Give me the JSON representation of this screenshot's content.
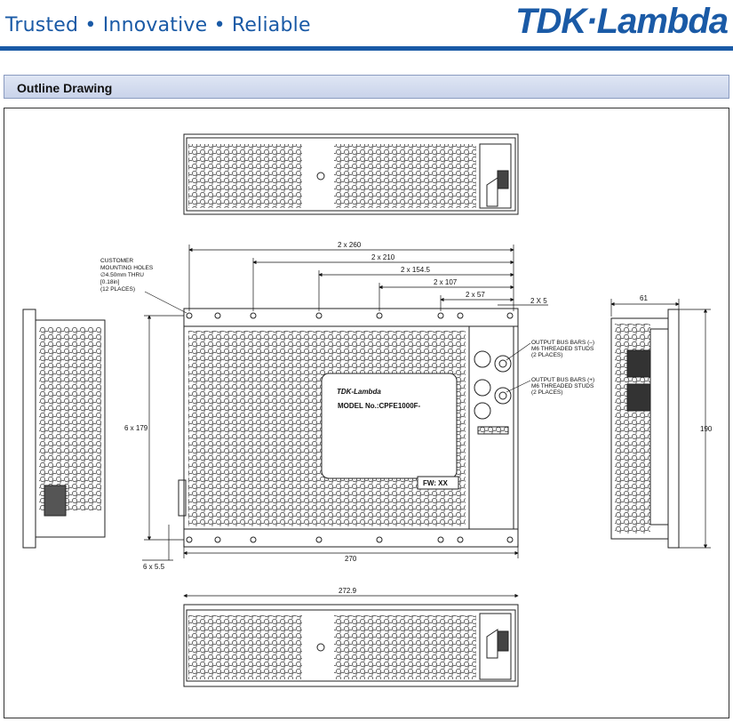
{
  "header": {
    "tagline": "Trusted • Innovative • Reliable",
    "logo": "TDK·Lambda"
  },
  "section": {
    "title": "Outline Drawing"
  },
  "drawing": {
    "customer_note": [
      "CUSTOMER",
      "MOUNTING HOLES",
      "∅4.50mm THRU",
      "[0.18in]",
      "(12 PLACES)"
    ],
    "output_neg": [
      "OUTPUT BUS BARS (–)",
      "M6 THREADED STUDS",
      "(2 PLACES)"
    ],
    "output_pos": [
      "OUTPUT BUS BARS (+)",
      "M6 THREADED STUDS",
      "(2 PLACES)"
    ],
    "label_brand": "TDK-Lambda",
    "label_model": "MODEL No.:CPFE1000F-",
    "fw": "FW: XX",
    "dims": {
      "d260": "2 x 260",
      "d210": "2 x 210",
      "d154": "2 x 154.5",
      "d107": "2 x 107",
      "d57": "2 x 57",
      "d5": "2 X 5",
      "d179": "6 x 179",
      "d5_5": "6 x 5.5",
      "d270": "270",
      "d272": "272.9",
      "d61": "61",
      "d190": "190"
    }
  }
}
